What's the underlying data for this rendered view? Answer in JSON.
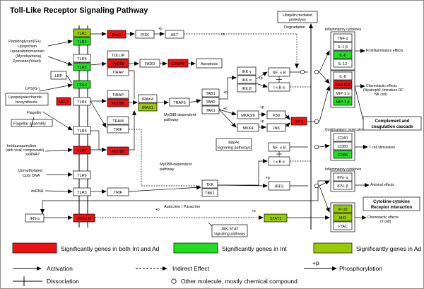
{
  "title": "Toll-Like Receptor Signaling Pathway",
  "colors": {
    "red": "#ee1111",
    "green": "#22dd22",
    "olive": "#99cc00",
    "white": "#ffffff",
    "border": "#000000"
  },
  "receptors": {
    "tlr1": "TLR1",
    "tlr2a": "TLR2",
    "tlr6": "TLR6",
    "tlr2b": "TLR2",
    "cd14": "CD14",
    "tlr4": "TLR4",
    "tlr5": "TLR5",
    "tlr7": "TLR7",
    "tlr9": "TLR9",
    "tlr3": "TLR3",
    "lbp": "LBP",
    "md2": "MD-2",
    "ifna": "IFN-α",
    "ifnar": "IFN-α R"
  },
  "ligands": {
    "pg": "Peptidoglycan(G+)",
    "lipoprotein": "Lipoprotein",
    "lipoarabinomannan": "Lipoarabinomannan",
    "mycobacteria": "(Mycobacteria)",
    "zymosan": "Zymosan(Yeast)",
    "lps": "LPS(G-)",
    "lipopolysaccharide": "Lipopolysaccharide",
    "biosynthesis": "biosynthesis",
    "flagellar_assembly": "Flagellar assembly",
    "flagellin": "Flagellin",
    "imid1": "Imidazoquinoline",
    "imid2": "(anti-viral compounds)",
    "ssrna": "ssRNA?",
    "cpg1": "Unmethylated",
    "cpg2": "CpG DNA",
    "dsrna": "dsRNA"
  },
  "adaptors": {
    "rac1": "Rac1",
    "pi3k": "PI3K",
    "akt": "AKT",
    "tollip": "TOLLIP",
    "myd88a": "MyD88",
    "tirap1": "TIRAP",
    "fadd": "FADD",
    "casp8": "CASP8",
    "apoptosis": "Apoptosis",
    "tirap2": "TIRAP",
    "myd88b": "MyD88",
    "tram": "TRAM",
    "trif1": "TRIF",
    "myd88c": "MyD88",
    "irak4": "IRAK4",
    "irak1": "IRAK1",
    "traf6": "TRAF6",
    "tab1": "TAB1",
    "tab2": "TAB2",
    "tak1": "TAK1",
    "ikkg": "IKK γ",
    "ikka": "IKK α",
    "ikkb": "IKK β",
    "nfkb1": "NF- κ B",
    "ikb1": "I κ B α",
    "mkk36": "MKK3/6",
    "p38": "P38",
    "mkk4": "MKK4",
    "jnk": "JNK",
    "ap1": "AP-1",
    "nfkb2": "NF- κ B",
    "ikb2": "I κ B α",
    "tkk": "TKK",
    "tbk1": "TBK1",
    "irf3": "IRF3",
    "trif2": "TRIF",
    "stat1": "STAT1"
  },
  "labels": {
    "ubiq1": "Ubiquitin mediated",
    "ubiq2": "proteolysis",
    "degradation": "Degradation",
    "myd_dep": "MyD88-dependent",
    "pathway1": "pathway",
    "mapk1": "MAPK",
    "mapk2": "Signaling pathways",
    "myd_dep2": "MyD88-dependent",
    "pathway2": "pathway",
    "autocrine": "Autocrine / Paracrine",
    "jak1": "JAK-STAT",
    "jak2": "signaling pathway",
    "plus_p": "+p"
  },
  "outputs": {
    "inflam_hdr1": "Inflammatory cytokines",
    "tnfa": "TNF α",
    "il1b": "IL-1 β",
    "il6": "IL-6",
    "il12": "IL-12",
    "proinflam": "Proinflammatory effects",
    "il8": "IL-8",
    "rantes": "RANTES",
    "mip1a": "MIP-1 α",
    "mip1b": "MIP-1 β",
    "chemo1": "Chemotactic effects",
    "chemo1b": "(Neutrophil, Immature DC",
    "chemo1c": "NK cell)",
    "complement1": "Complement and",
    "complement2": "coagulation cascade",
    "costim_hdr": "Costimulatory molecules",
    "cd40": "CD40",
    "cd80": "CD80",
    "cd86": "CD86",
    "tcell": "T cell stimulation",
    "inflam_hdr2": "Inflammatory cytokines",
    "ifna2": "IFN- α",
    "ifnb": "IFN- β",
    "antiviral": "Antiviral effects",
    "cyto1": "Cytokine-cytokine",
    "cyto2": "Receptor interaction",
    "ip10": "IP-10",
    "mig": "MIG",
    "itac": "I-TAC",
    "chemo2": "Chemotactic effects",
    "chemo2b": "(T cell)"
  },
  "legend": {
    "red_label": "Significantly genes in both Int and Ad",
    "green_label": "Significantly genes in Int",
    "olive_label": "Significantly genes in Ad",
    "activation": "Activation",
    "indirect": "Indirect Effect",
    "phos_mark": "+p",
    "phosphorylation": "Phosphorylation",
    "dissociation": "Dissociation",
    "other": "Other molecule, mostly chemical compound"
  }
}
